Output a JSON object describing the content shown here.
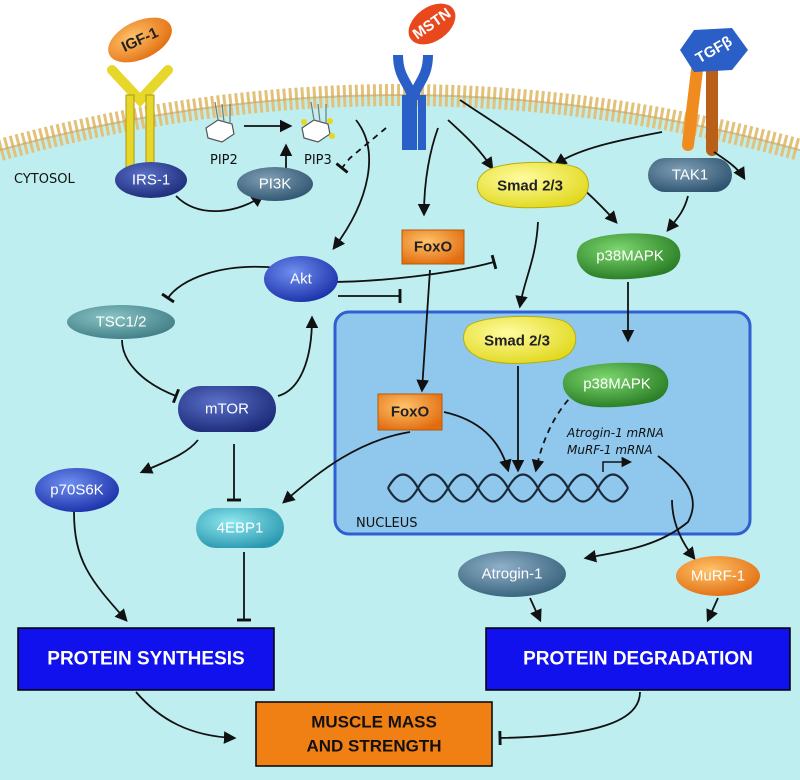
{
  "labels": {
    "cytosol": "CYTOSOL",
    "nucleus": "NUCLEUS",
    "pip2": "PIP2",
    "pip3": "PIP3",
    "atrogin_mrna": "Atrogin-1 mRNA",
    "murf_mrna": "MuRF-1 mRNA"
  },
  "receptors": {
    "igf1": "IGF-1",
    "mstn": "MSTN",
    "tgfb": "TGFβ"
  },
  "nodes": {
    "irs1": "IRS-1",
    "pi3k": "PI3K",
    "akt": "Akt",
    "tsc": "TSC1/2",
    "mtor": "mTOR",
    "p70s6k": "p70S6K",
    "ebp1": "4EBP1",
    "foxo_cyto": "FoxO",
    "foxo_nuc": "FoxO",
    "smad_cyto": "Smad 2/3",
    "smad_nuc": "Smad 2/3",
    "tak1": "TAK1",
    "p38_cyto": "p38MAPK",
    "p38_nuc": "p38MAPK",
    "atrogin": "Atrogin-1",
    "murf": "MuRF-1"
  },
  "outcomes": {
    "synthesis": "PROTEIN SYNTHESIS",
    "degradation": "PROTEIN DEGRADATION",
    "muscle_line1": "MUSCLE MASS",
    "muscle_line2": "AND STRENGTH"
  },
  "colors": {
    "cytosol_fill": "#bfeef0",
    "membrane": "#d8b45a",
    "nucleus_fill": "#7fc0e8",
    "nucleus_border": "#2f5fd0",
    "outcome_blue": "#1111ee",
    "outcome_orange": "#f07f14",
    "igf1": "#f3a21f",
    "mstn": "#e8481c",
    "tgfb": "#2b5fc8"
  }
}
